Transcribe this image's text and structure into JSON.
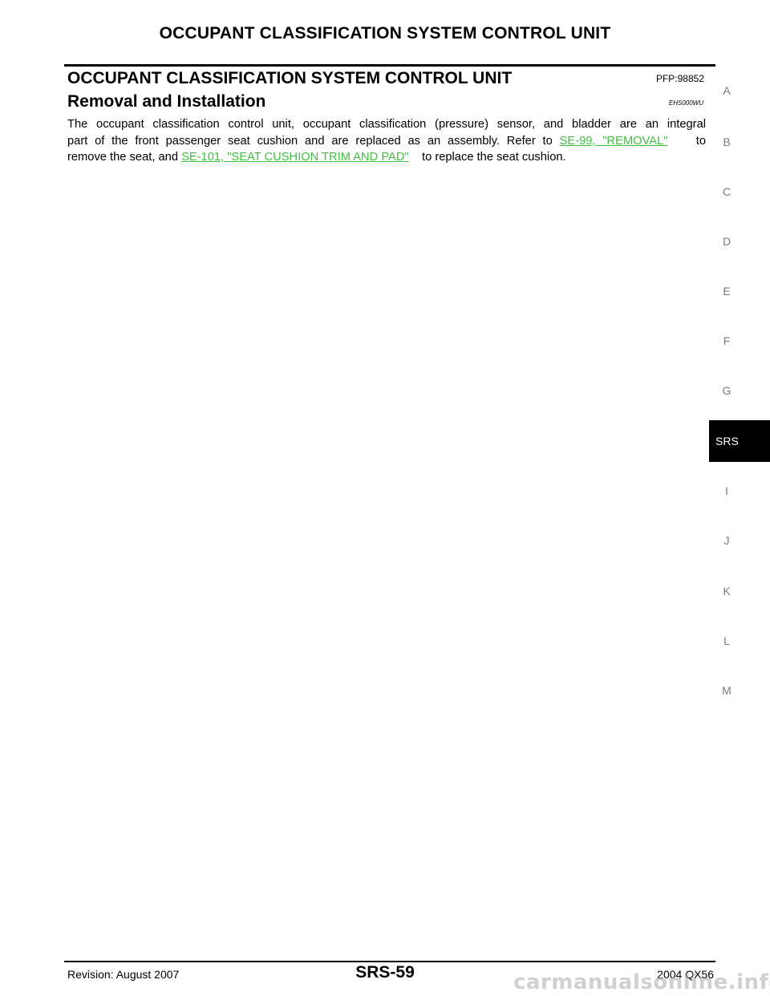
{
  "header": {
    "running_title": "OCCUPANT CLASSIFICATION SYSTEM CONTROL UNIT"
  },
  "section": {
    "title": "OCCUPANT CLASSIFICATION SYSTEM CONTROL UNIT",
    "pfp": "PFP:98852"
  },
  "subsection": {
    "title": "Removal and Installation",
    "ref_code": "EHS000WU"
  },
  "body": {
    "line1": "The occupant classification control unit, occupant classification (pressure) sensor, and bladder are an integral",
    "line2_pre": "part of the front passenger seat cushion and are replaced as an assembly. Refer to",
    "link1": "SE-99, \"REMOVAL\"",
    "line2_post": "to",
    "line3_pre": "remove the seat, and",
    "link2": "SE-101, \"SEAT CUSHION TRIM AND PAD\"",
    "line3_post": "to replace the seat cushion."
  },
  "side_index": {
    "letters": [
      "A",
      "B",
      "C",
      "D",
      "E",
      "F",
      "G",
      "I",
      "J",
      "K",
      "L",
      "M"
    ],
    "active_tab": "SRS"
  },
  "footer": {
    "revision": "Revision: August 2007",
    "page": "SRS-59",
    "model": "2004 QX56",
    "watermark": "carmanualsonline.info"
  },
  "colors": {
    "link": "#3fbf3f",
    "tab_background": "#000000",
    "side_letters": "#7a7a7a"
  }
}
